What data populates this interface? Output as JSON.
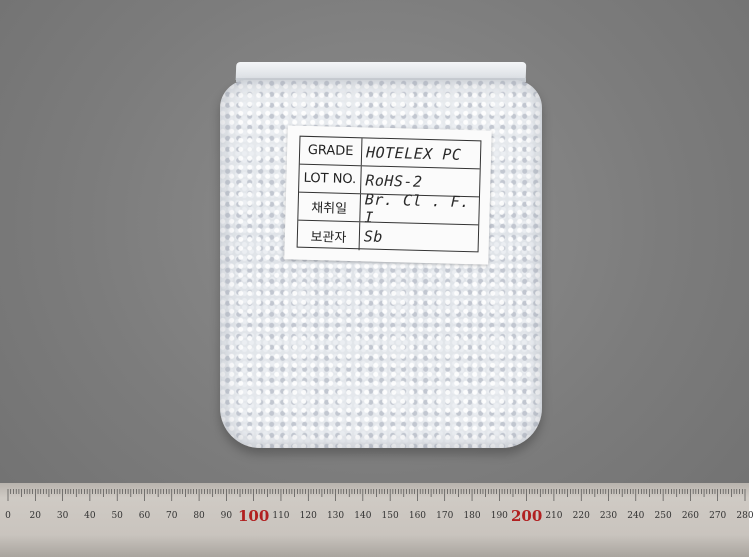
{
  "label": {
    "rows": [
      {
        "header": "GRADE",
        "value": "HOTELEX  PC"
      },
      {
        "header": "LOT NO.",
        "value": "RoHS-2"
      },
      {
        "header": "채취일",
        "value": "Br. Cl . F. I"
      },
      {
        "header": "보관자",
        "value": "Sb"
      }
    ]
  },
  "ruler": {
    "ticks": [
      "0",
      "20",
      "30",
      "40",
      "50",
      "60",
      "70",
      "80",
      "90",
      "100",
      "110",
      "120",
      "130",
      "140",
      "150",
      "160",
      "170",
      "180",
      "190",
      "200",
      "210",
      "220",
      "230",
      "240",
      "250",
      "260",
      "270",
      "280"
    ],
    "highlight": [
      "100",
      "200"
    ],
    "highlight_color": "#b12020"
  }
}
